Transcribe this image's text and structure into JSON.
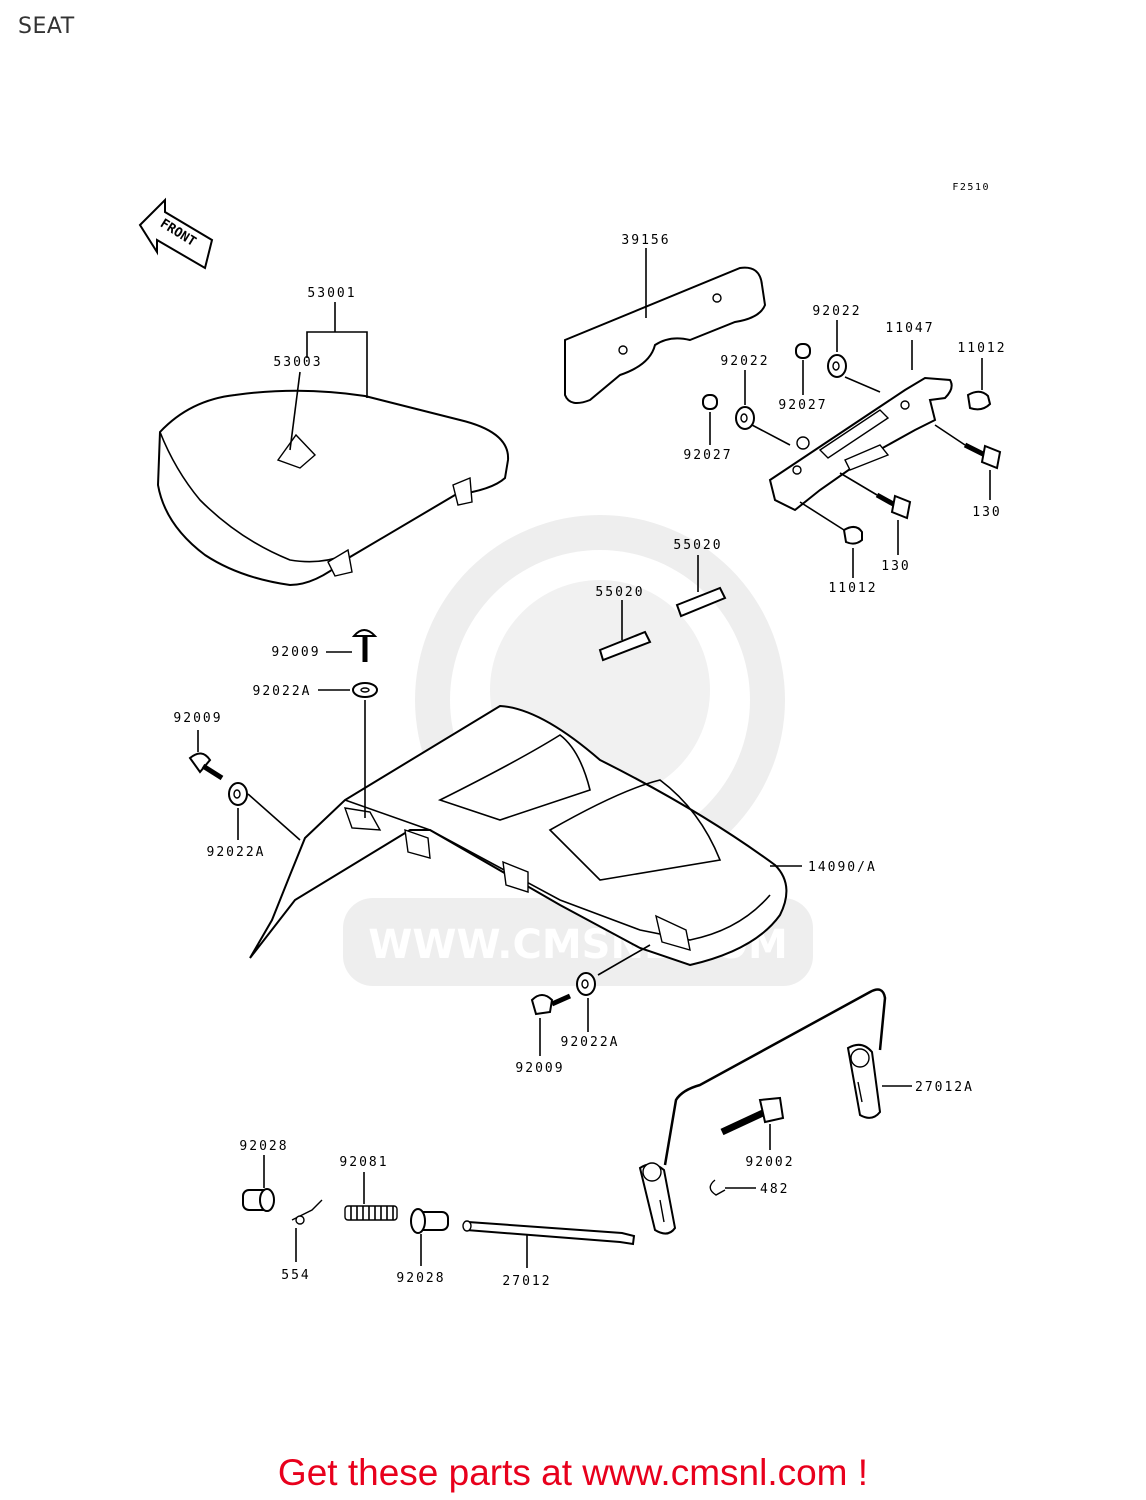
{
  "page": {
    "title": "SEAT",
    "figure_code": "F2510"
  },
  "direction_marker": {
    "label": "FRONT",
    "icon": "front-arrow-icon"
  },
  "watermark": {
    "text": "WWW.CMSNL.COM"
  },
  "footer": {
    "cta_text": "Get these parts at www.cmsnl.com !",
    "cta_color": "#e8001c"
  },
  "parts": {
    "p39156": "39156",
    "p53001": "53001",
    "p53003": "53003",
    "p92022_a": "92022",
    "p92022_b": "92022",
    "p11047": "11047",
    "p11012_a": "11012",
    "p11012_b": "11012",
    "p92027_a": "92027",
    "p92027_b": "92027",
    "p130_a": "130",
    "p130_b": "130",
    "p55020_a": "55020",
    "p55020_b": "55020",
    "p92009_a": "92009",
    "p92009_b": "92009",
    "p92009_c": "92009",
    "p92022A_a": "92022A",
    "p92022A_b": "92022A",
    "p92022A_c": "92022A",
    "p14090A": "14090/A",
    "p27012A": "27012A",
    "p92002": "92002",
    "p482": "482",
    "p92028_a": "92028",
    "p92028_b": "92028",
    "p92081": "92081",
    "p554": "554",
    "p27012": "27012"
  }
}
